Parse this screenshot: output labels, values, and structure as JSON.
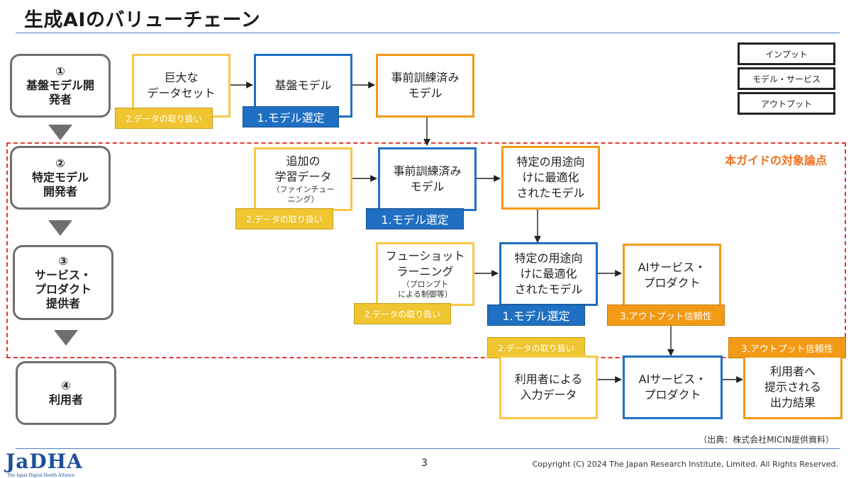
{
  "title": "生成AIのバリューチェーン",
  "roles": [
    {
      "label": "①\n基盤モデル開\n発者"
    },
    {
      "label": "②\n特定モデル\n開発者"
    },
    {
      "label": "③\nサービス・\nプロダクト\n提供者"
    },
    {
      "label": "④\n利用者"
    }
  ],
  "legend": {
    "input": "インプット",
    "model_service": "モデル・サービス",
    "output": "アウトプット"
  },
  "scope_label": "本ガイドの対象論点",
  "nodes": {
    "row1_data": "巨大な\nデータセット",
    "row1_base": "基盤モデル",
    "row1_pretrained": "事前訓練済み\nモデル",
    "row2_data": "追加の\n学習データ",
    "row2_data_sub": "（ファインチュー\nニング）",
    "row2_pretrained": "事前訓練済み\nモデル",
    "row2_optimized": "特定の用途向\nけに最適化\nされたモデル",
    "row3_fewshot": "フューショット\nラーニング",
    "row3_fewshot_sub": "（プロンプト\nによる制御等）",
    "row3_optimized": "特定の用途向\nけに最適化\nされたモデル",
    "row3_service": "AIサービス・\nプロダクト",
    "row4_input": "利用者による\n入力データ",
    "row4_service": "AIサービス・\nプロダクト",
    "row4_output": "利用者へ\n提示される\n出力結果"
  },
  "tags": {
    "data_handling": "2.データの取り扱い",
    "model_selection": "1.モデル選定",
    "output_reliability": "3.アウトプット信頼性"
  },
  "source": "（出典：株式会社MICIN提供資料）",
  "footer": {
    "logo": "JaDHA",
    "logo_sub": "The Japan Digital Health Alliance",
    "page": "3",
    "copyright": "Copyright (C) 2024 The Japan Research Institute, Limited. All Rights Reserved."
  }
}
